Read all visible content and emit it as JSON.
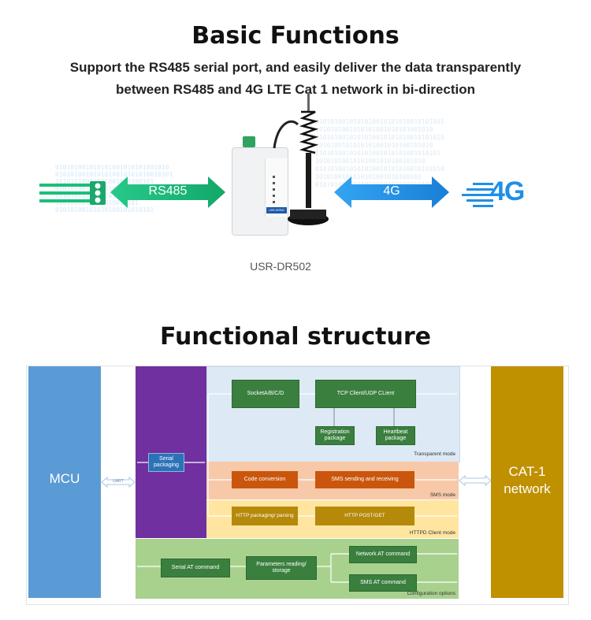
{
  "header": {
    "title": "Basic Functions",
    "subtitle_line1": "Support the RS485 serial port, and easily deliver the data transparently",
    "subtitle_line2": "between RS485 and 4G LTE Cat 1 network in bi-direction"
  },
  "hero": {
    "left_arrow_label": "RS485",
    "right_arrow_label": "4G",
    "lte_logo": "4G",
    "device_name": "USR-DR502",
    "device_badge": "USR-DR502",
    "colors": {
      "rs485": "#1cbf7a",
      "lte": "#1f8fe6"
    }
  },
  "structure": {
    "title": "Functional structure",
    "mcu_label": "MCU",
    "uart_label": "UART",
    "network_label": "CAT-1 network",
    "serial_packaging": "Serial packaging",
    "transparent": {
      "socket": "SocketA/B/C/D",
      "tcp": "TCP Client/UDP CLient",
      "registration": "Registration package",
      "heartbeat": "Heartbeat package",
      "label": "Transparent mode"
    },
    "sms": {
      "code_conversion": "Code conversion",
      "sms_send": "SMS sending and receiving",
      "label": "SMS mode"
    },
    "http": {
      "packaging": "HTTP packaging/ parsing",
      "post_get": "HTTP POST/GET",
      "label": "HTTPD Client mode"
    },
    "config": {
      "serial_at": "Serial AT command",
      "params": "Parameters reading/ storage",
      "network_at": "Network AT command",
      "sms_at": "SMS AT command",
      "label": "Configuration options"
    },
    "colors": {
      "mcu": "#5b9bd5",
      "purple": "#7030a0",
      "network": "#bf9000",
      "transparent_bg": "#dde9f5",
      "sms_bg": "#f7c9a9",
      "http_bg": "#ffe5a0",
      "config_bg": "#a9d18e"
    }
  }
}
